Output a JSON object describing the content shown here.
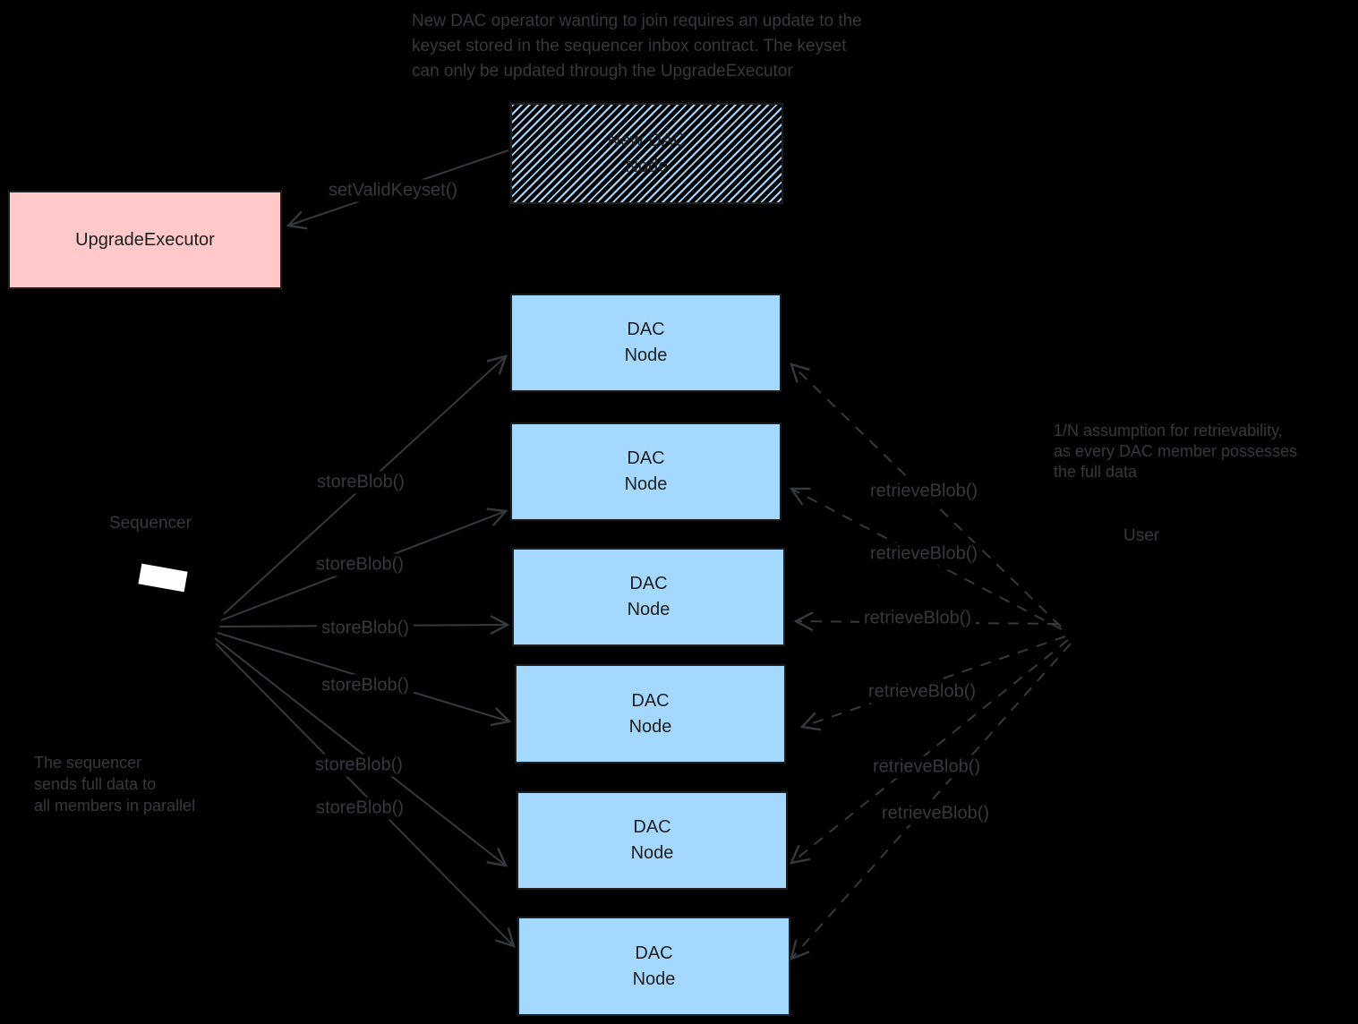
{
  "diagram": {
    "background": "#000000",
    "stroke_color": "#343a40",
    "box_border_color": "#1e1e1e",
    "top_note": {
      "lines": [
        "New DAC operator wanting to join requires an update to the",
        "keyset stored in the sequencer inbox contract. The keyset",
        "can only be updated through the UpgradeExecutor"
      ]
    },
    "upgrade_executor": {
      "label": "UpgradeExecutor",
      "fill": "#ffc9c9"
    },
    "new_dac_node": {
      "line1": "New DAC",
      "line2": "Node",
      "hatch_color": "#a5d8ff"
    },
    "dac_node": {
      "line1": "DAC",
      "line2": "Node",
      "fill": "#a5d8ff",
      "count": 6
    },
    "sequencer": {
      "label": "Sequencer"
    },
    "user": {
      "label": "User"
    },
    "edge_labels": {
      "set_valid_keyset": "setValidKeyset()",
      "store_blob": "storeBlob()",
      "retrieve_blob": "retrieveBlob()"
    },
    "sequencer_note": {
      "lines": [
        "The sequencer",
        "sends full data to",
        "all members in parallel"
      ]
    },
    "retrievability_note": {
      "lines": [
        "1/N assumption for retrievability,",
        "as every DAC member possesses",
        "the full data"
      ]
    }
  }
}
